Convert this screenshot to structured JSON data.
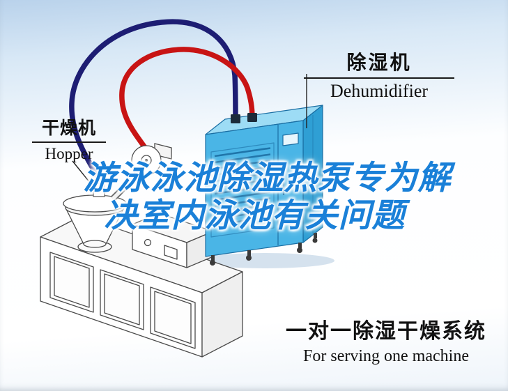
{
  "labels": {
    "dehumidifier": {
      "cn": "除湿机",
      "en": "Dehumidifier"
    },
    "hopper": {
      "cn": "干燥机",
      "en": "Hopper"
    }
  },
  "headline": {
    "line1": "游泳泳池除湿热泵专为解",
    "line2": "决室内泳池有关问题"
  },
  "footer": {
    "cn": "一对一除湿干燥系统",
    "en": "For serving one machine"
  },
  "colors": {
    "headline-blue": "#1a80d8",
    "pipe-red": "#c81414",
    "pipe-navy": "#1d1d73",
    "dehumidifier-front": "#4ab5e6",
    "dehumidifier-side": "#2f9fd4",
    "dehumidifier-top": "#9ddcf5",
    "dehumidifier-outline": "#1a6ea3",
    "outline-gray": "#4a4a4a",
    "label-black": "#111111",
    "bg-top": "#b9d2eb"
  },
  "icons": {
    "scene": "machine-dehumidifier-illustration",
    "pipes": [
      "navy-return-pipe",
      "red-supply-pipe"
    ],
    "parts": [
      "hopper-funnel",
      "blower",
      "extruder-body",
      "dehumidifier-unit"
    ]
  }
}
